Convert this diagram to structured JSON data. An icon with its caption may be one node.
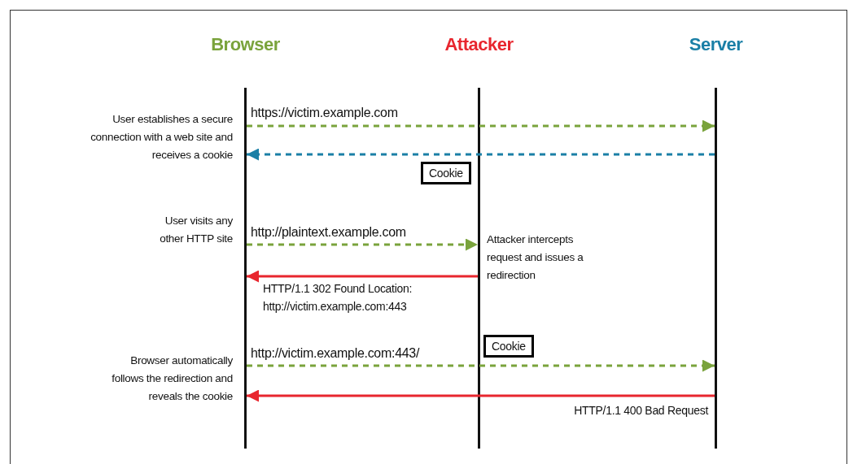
{
  "diagram": {
    "nodes": [
      {
        "text": [
          "Browser"
        ]
      },
      {
        "text": [
          "Attacker"
        ]
      },
      {
        "text": [
          "Server"
        ]
      },
      {
        "text": [
          "Cookie"
        ]
      },
      {
        "text": [
          "Cookie"
        ]
      }
    ],
    "edges": [
      {
        "from": 0,
        "to": 2,
        "arrow": "to",
        "label": "https://victim.example.com",
        "style": "dashed",
        "color": "#7aa33c"
      },
      {
        "from": 2,
        "to": 0,
        "arrow": "to",
        "style": "dashed",
        "color": "#1a7fa6"
      },
      {
        "from": 0,
        "to": 1,
        "arrow": "to",
        "label": "http://plaintext.example.com",
        "style": "dashed",
        "color": "#7aa33c"
      },
      {
        "from": 1,
        "to": 0,
        "arrow": "to",
        "label": "HTTP/1.1 302 Found Location: http://victim.example.com:443",
        "color": "#e8262e"
      },
      {
        "from": 0,
        "to": 2,
        "arrow": "to",
        "label": "http://victim.example.com:443/",
        "style": "dashed",
        "color": "#7aa33c"
      },
      {
        "from": 2,
        "to": 0,
        "arrow": "to",
        "label": "HTTP/1.1 400 Bad Request",
        "color": "#e8262e"
      }
    ],
    "labels": [
      "User establishes a secure connection with a web site and receives a cookie",
      "User visits any other HTTP site",
      "Attacker intercepts request and issues a redirection",
      "Browser automatically follows the redirection and reveals the cookie"
    ]
  }
}
